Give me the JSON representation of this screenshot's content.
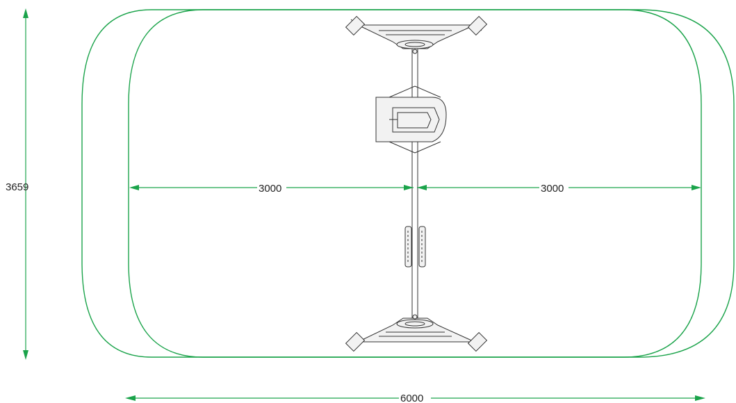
{
  "dimensions": {
    "total_width": "6000",
    "total_height": "3659",
    "half_left": "3000",
    "half_right": "3000"
  },
  "colors": {
    "safety_zone": "#1aa34a",
    "equipment": "#333333"
  }
}
